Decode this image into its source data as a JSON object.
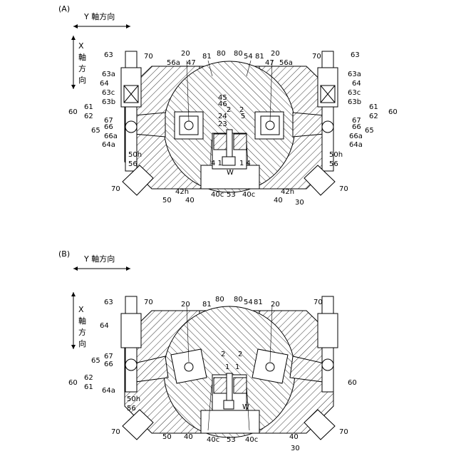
{
  "figure_a": {
    "label": "(A)",
    "y_axis_label": "Y 軸方向",
    "x_axis_label": "X\n軸\n方\n向",
    "labels": [
      {
        "id": "63L",
        "t": "63"
      },
      {
        "id": "70L",
        "t": "70"
      },
      {
        "id": "20L",
        "t": "20"
      },
      {
        "id": "56aL",
        "t": "56a"
      },
      {
        "id": "47L",
        "t": "47"
      },
      {
        "id": "81L",
        "t": "81"
      },
      {
        "id": "80L",
        "t": "80"
      },
      {
        "id": "80R",
        "t": "80"
      },
      {
        "id": "54",
        "t": "54"
      },
      {
        "id": "81R",
        "t": "81"
      },
      {
        "id": "20R",
        "t": "20"
      },
      {
        "id": "47R",
        "t": "47"
      },
      {
        "id": "56aR",
        "t": "56a"
      },
      {
        "id": "70R",
        "t": "70"
      },
      {
        "id": "63R",
        "t": "63"
      },
      {
        "id": "63aL",
        "t": "63a"
      },
      {
        "id": "64L",
        "t": "64"
      },
      {
        "id": "63cL",
        "t": "63c"
      },
      {
        "id": "63bL",
        "t": "63b"
      },
      {
        "id": "63aR",
        "t": "63a"
      },
      {
        "id": "64R",
        "t": "64"
      },
      {
        "id": "63cR",
        "t": "63c"
      },
      {
        "id": "63bR",
        "t": "63b"
      },
      {
        "id": "45",
        "t": "45"
      },
      {
        "id": "46",
        "t": "46"
      },
      {
        "id": "2L",
        "t": "2"
      },
      {
        "id": "2R",
        "t": "2"
      },
      {
        "id": "24",
        "t": "24"
      },
      {
        "id": "23",
        "t": "23"
      },
      {
        "id": "5",
        "t": "5"
      },
      {
        "id": "60L",
        "t": "60"
      },
      {
        "id": "61L",
        "t": "61"
      },
      {
        "id": "62L",
        "t": "62"
      },
      {
        "id": "61R",
        "t": "61"
      },
      {
        "id": "62R",
        "t": "62"
      },
      {
        "id": "60R",
        "t": "60"
      },
      {
        "id": "67L",
        "t": "67"
      },
      {
        "id": "66L",
        "t": "66"
      },
      {
        "id": "65L",
        "t": "65"
      },
      {
        "id": "66aL",
        "t": "66a"
      },
      {
        "id": "64aL",
        "t": "64a"
      },
      {
        "id": "67R",
        "t": "67"
      },
      {
        "id": "66R",
        "t": "66"
      },
      {
        "id": "65R",
        "t": "65"
      },
      {
        "id": "66aR",
        "t": "66a"
      },
      {
        "id": "64aR",
        "t": "64a"
      },
      {
        "id": "50hL",
        "t": "50h"
      },
      {
        "id": "50hR",
        "t": "50h"
      },
      {
        "id": "56L",
        "t": "56"
      },
      {
        "id": "56R",
        "t": "56"
      },
      {
        "id": "41",
        "t": "4 1"
      },
      {
        "id": "14",
        "t": "1 4"
      },
      {
        "id": "W",
        "t": "W"
      },
      {
        "id": "70BL",
        "t": "70"
      },
      {
        "id": "70BR",
        "t": "70"
      },
      {
        "id": "42hL",
        "t": "42h"
      },
      {
        "id": "42hR",
        "t": "42h"
      },
      {
        "id": "50",
        "t": "50"
      },
      {
        "id": "40L",
        "t": "40"
      },
      {
        "id": "40cL",
        "t": "40c"
      },
      {
        "id": "53",
        "t": "53"
      },
      {
        "id": "40cR",
        "t": "40c"
      },
      {
        "id": "40R",
        "t": "40"
      },
      {
        "id": "30",
        "t": "30"
      }
    ]
  },
  "figure_b": {
    "label": "(B)",
    "y_axis_label": "Y 軸方向",
    "x_axis_label": "X\n軸\n方\n向",
    "labels": [
      {
        "id": "63",
        "t": "63"
      },
      {
        "id": "70L",
        "t": "70"
      },
      {
        "id": "80L",
        "t": "80"
      },
      {
        "id": "80R",
        "t": "80"
      },
      {
        "id": "54",
        "t": "54"
      },
      {
        "id": "81R",
        "t": "81"
      },
      {
        "id": "70R",
        "t": "70"
      },
      {
        "id": "20L",
        "t": "20"
      },
      {
        "id": "81L",
        "t": "81"
      },
      {
        "id": "20R",
        "t": "20"
      },
      {
        "id": "64",
        "t": "64"
      },
      {
        "id": "67",
        "t": "67"
      },
      {
        "id": "66",
        "t": "66"
      },
      {
        "id": "65",
        "t": "65"
      },
      {
        "id": "2L",
        "t": "2"
      },
      {
        "id": "2R",
        "t": "2"
      },
      {
        "id": "1L",
        "t": "1"
      },
      {
        "id": "1R",
        "t": "1"
      },
      {
        "id": "60L",
        "t": "60"
      },
      {
        "id": "62",
        "t": "62"
      },
      {
        "id": "61",
        "t": "61"
      },
      {
        "id": "60R",
        "t": "60"
      },
      {
        "id": "64a",
        "t": "64a"
      },
      {
        "id": "W",
        "t": "W"
      },
      {
        "id": "50h",
        "t": "50h"
      },
      {
        "id": "56",
        "t": "56"
      },
      {
        "id": "70BL",
        "t": "70"
      },
      {
        "id": "50",
        "t": "50"
      },
      {
        "id": "40L",
        "t": "40"
      },
      {
        "id": "40cL",
        "t": "40c"
      },
      {
        "id": "53",
        "t": "53"
      },
      {
        "id": "40cR",
        "t": "40c"
      },
      {
        "id": "40R",
        "t": "40"
      },
      {
        "id": "70BR",
        "t": "70"
      },
      {
        "id": "30",
        "t": "30"
      }
    ]
  }
}
